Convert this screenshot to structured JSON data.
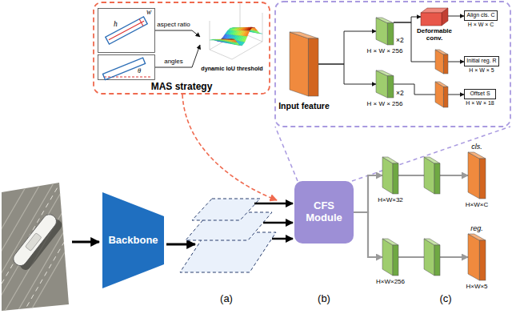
{
  "diagram": {
    "nodes": [
      {
        "text": [
          "MAS strategy"
        ]
      },
      {
        "text": [
          "w",
          "h"
        ],
        "in": 0
      },
      {
        "text": [
          "θ"
        ],
        "in": 0
      },
      {
        "text": [
          "dynamic IoU threshold"
        ],
        "in": 0
      },
      {
        "text": [
          "Input feature"
        ]
      },
      {
        "text": [
          "×2",
          "H × W × 256"
        ]
      },
      {
        "text": [
          "×2",
          "H × W × 256"
        ]
      },
      {
        "text": [
          "Deformable conv."
        ]
      },
      {
        "text": [
          "Align cls. C",
          "H × W × C"
        ]
      },
      {
        "text": [
          "Initial reg. R",
          "H × W × 5"
        ]
      },
      {
        "text": [
          "Offset S",
          "H × W × 18"
        ]
      },
      {
        "text": [
          "Backbone"
        ]
      },
      {
        "text": [
          "CFS Module"
        ]
      },
      {
        "text": [
          "H×W×32"
        ]
      },
      {
        "text": [
          "cls.",
          "H×W×C"
        ]
      },
      {
        "text": [
          "H×W×256"
        ]
      },
      {
        "text": [
          "reg.",
          "H×W×5"
        ]
      }
    ],
    "edges": [
      {
        "from": 1,
        "to": 3,
        "arrow": "to",
        "label": "aspect ratio"
      },
      {
        "from": 2,
        "to": 3,
        "arrow": "to",
        "label": "angles"
      },
      {
        "from": 4,
        "to": 5,
        "arrow": "to"
      },
      {
        "from": 4,
        "to": 6,
        "arrow": "to"
      },
      {
        "from": 5,
        "to": 7,
        "arrow": "to"
      },
      {
        "from": 5,
        "to": 9,
        "arrow": "to"
      },
      {
        "from": 6,
        "to": 10,
        "arrow": "to"
      },
      {
        "from": 7,
        "to": 8,
        "arrow": "to"
      },
      {
        "from": 12,
        "to": 13,
        "arrow": "to"
      },
      {
        "from": 12,
        "to": 15,
        "arrow": "to"
      },
      {
        "from": 13,
        "to": 14,
        "arrow": "to"
      },
      {
        "from": 15,
        "to": 16,
        "arrow": "to"
      }
    ],
    "labels": [
      "(a)",
      "(b)",
      "(c)"
    ]
  }
}
